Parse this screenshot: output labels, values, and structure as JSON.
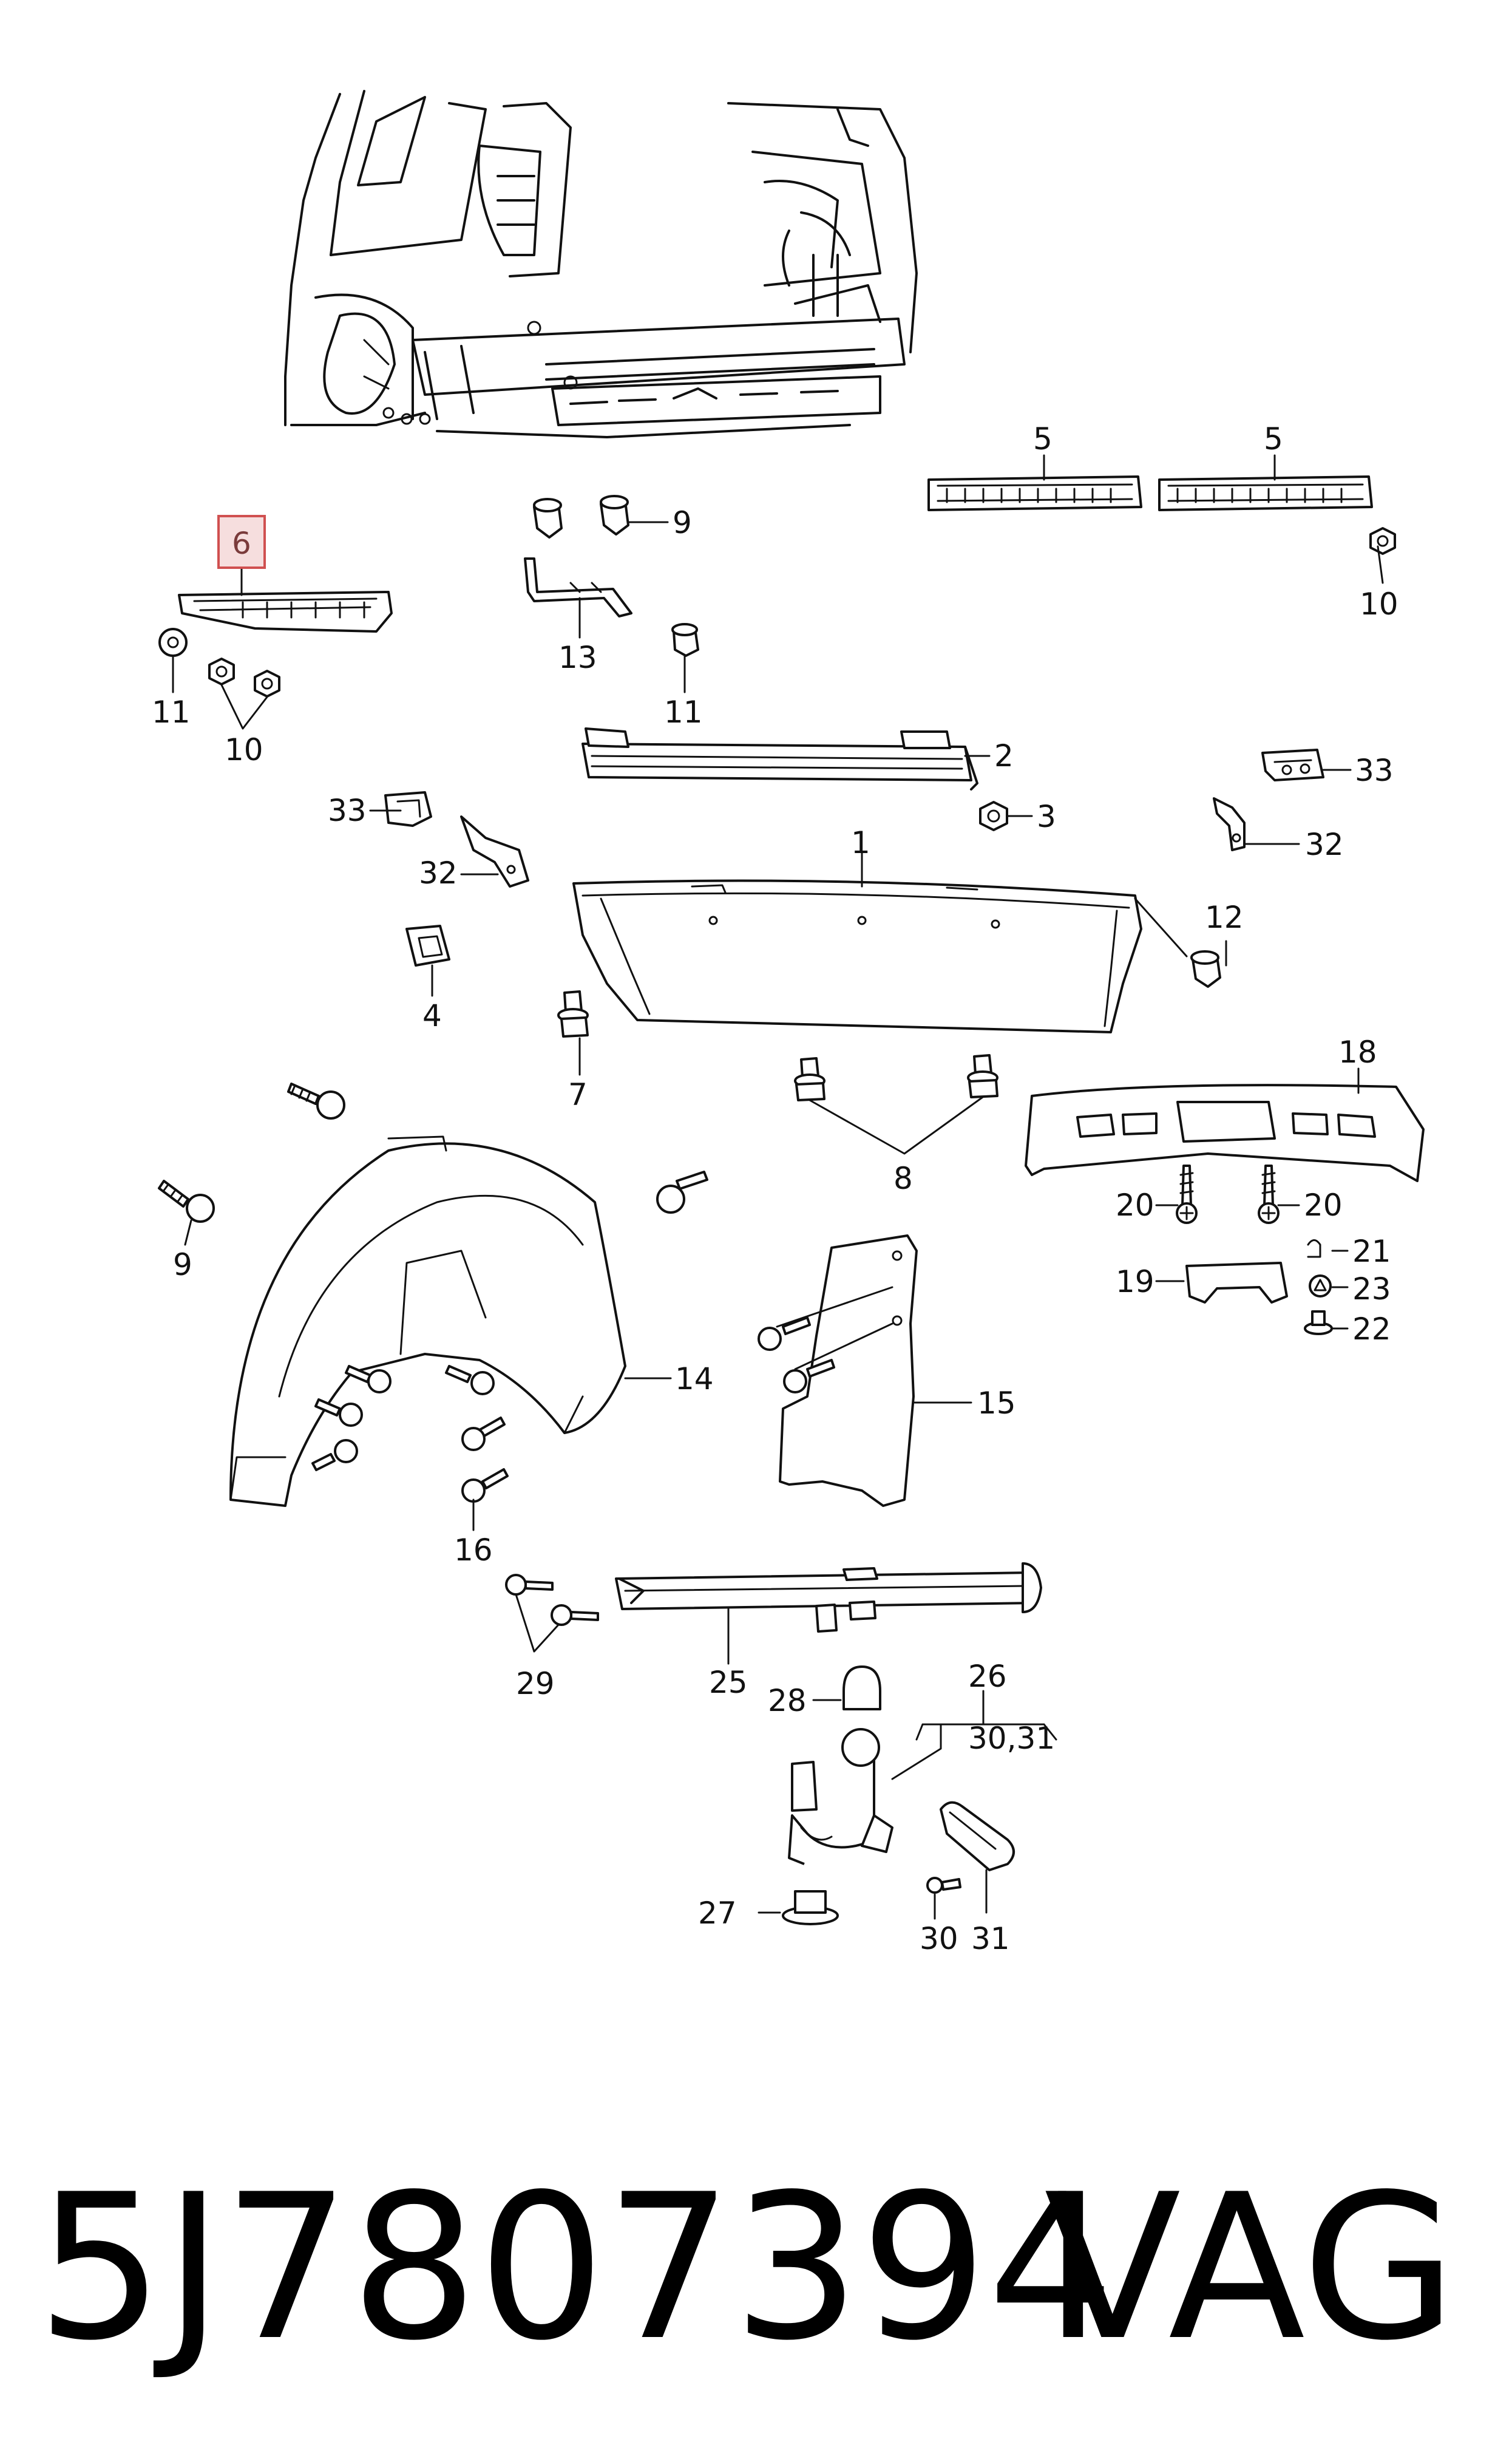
{
  "callouts": [
    {
      "id": "c1",
      "text": "1"
    },
    {
      "id": "c2",
      "text": "2"
    },
    {
      "id": "c3",
      "text": "3"
    },
    {
      "id": "c4",
      "text": "4"
    },
    {
      "id": "c5a",
      "text": "5"
    },
    {
      "id": "c5b",
      "text": "5"
    },
    {
      "id": "c6",
      "text": "6",
      "highlighted": true
    },
    {
      "id": "c7",
      "text": "7"
    },
    {
      "id": "c8",
      "text": "8"
    },
    {
      "id": "c9a",
      "text": "9"
    },
    {
      "id": "c9b",
      "text": "9"
    },
    {
      "id": "c10a",
      "text": "10"
    },
    {
      "id": "c10b",
      "text": "10"
    },
    {
      "id": "c11a",
      "text": "11"
    },
    {
      "id": "c11b",
      "text": "11"
    },
    {
      "id": "c12",
      "text": "12"
    },
    {
      "id": "c13",
      "text": "13"
    },
    {
      "id": "c14",
      "text": "14"
    },
    {
      "id": "c15",
      "text": "15"
    },
    {
      "id": "c16",
      "text": "16"
    },
    {
      "id": "c18",
      "text": "18"
    },
    {
      "id": "c19",
      "text": "19"
    },
    {
      "id": "c20a",
      "text": "20"
    },
    {
      "id": "c20b",
      "text": "20"
    },
    {
      "id": "c21",
      "text": "21"
    },
    {
      "id": "c22",
      "text": "22"
    },
    {
      "id": "c23",
      "text": "23"
    },
    {
      "id": "c25",
      "text": "25"
    },
    {
      "id": "c26",
      "text": "26"
    },
    {
      "id": "c26b",
      "text": "30,31"
    },
    {
      "id": "c27",
      "text": "27"
    },
    {
      "id": "c28",
      "text": "28"
    },
    {
      "id": "c29",
      "text": "29"
    },
    {
      "id": "c30",
      "text": "30"
    },
    {
      "id": "c31",
      "text": "31"
    },
    {
      "id": "c32a",
      "text": "32"
    },
    {
      "id": "c32b",
      "text": "32"
    },
    {
      "id": "c33a",
      "text": "33"
    },
    {
      "id": "c33b",
      "text": "33"
    }
  ],
  "footer": {
    "part_number": "5J7807394",
    "brand": "VAG"
  },
  "colors": {
    "highlight_fill": "#f6dede",
    "highlight_border": "#d05050",
    "line": "#111111"
  }
}
